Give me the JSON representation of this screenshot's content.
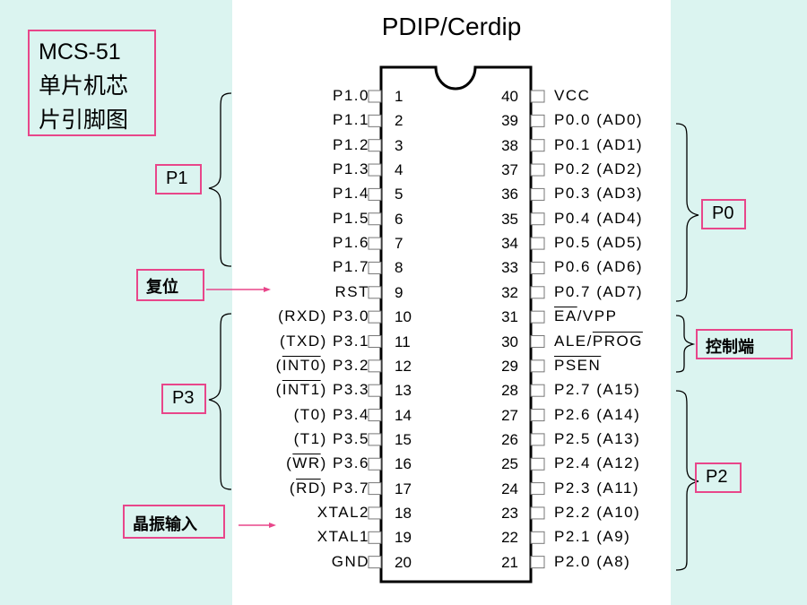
{
  "title_box": {
    "line1": "MCS-51",
    "line2": "单片机芯",
    "line3": "片引脚图"
  },
  "package_title": "PDIP/Cerdip",
  "colors": {
    "background": "#dbf4f0",
    "panel": "#ffffff",
    "label_border": "#e8468a",
    "arrow": "#e8468a",
    "ink": "#000000"
  },
  "left_pins": [
    {
      "num": "1",
      "prefix": "",
      "bar": "",
      "suffix": "",
      "name": "P1.0"
    },
    {
      "num": "2",
      "prefix": "",
      "bar": "",
      "suffix": "",
      "name": "P1.1"
    },
    {
      "num": "3",
      "prefix": "",
      "bar": "",
      "suffix": "",
      "name": "P1.2"
    },
    {
      "num": "4",
      "prefix": "",
      "bar": "",
      "suffix": "",
      "name": "P1.3"
    },
    {
      "num": "5",
      "prefix": "",
      "bar": "",
      "suffix": "",
      "name": "P1.4"
    },
    {
      "num": "6",
      "prefix": "",
      "bar": "",
      "suffix": "",
      "name": "P1.5"
    },
    {
      "num": "7",
      "prefix": "",
      "bar": "",
      "suffix": "",
      "name": "P1.6"
    },
    {
      "num": "8",
      "prefix": "",
      "bar": "",
      "suffix": "",
      "name": "P1.7"
    },
    {
      "num": "9",
      "prefix": "",
      "bar": "",
      "suffix": "",
      "name": "RST"
    },
    {
      "num": "10",
      "prefix": "(RXD) ",
      "bar": "",
      "suffix": "",
      "name": "P3.0"
    },
    {
      "num": "11",
      "prefix": "(TXD) ",
      "bar": "",
      "suffix": "",
      "name": "P3.1"
    },
    {
      "num": "12",
      "prefix": "(",
      "bar": "INT0",
      "suffix": ") ",
      "name": "P3.2"
    },
    {
      "num": "13",
      "prefix": "(",
      "bar": "INT1",
      "suffix": ") ",
      "name": "P3.3"
    },
    {
      "num": "14",
      "prefix": "(T0) ",
      "bar": "",
      "suffix": "",
      "name": "P3.4"
    },
    {
      "num": "15",
      "prefix": "(T1) ",
      "bar": "",
      "suffix": "",
      "name": "P3.5"
    },
    {
      "num": "16",
      "prefix": "(",
      "bar": "WR",
      "suffix": ") ",
      "name": "P3.6"
    },
    {
      "num": "17",
      "prefix": "(",
      "bar": "RD",
      "suffix": ") ",
      "name": "P3.7"
    },
    {
      "num": "18",
      "prefix": "",
      "bar": "",
      "suffix": "",
      "name": "XTAL2"
    },
    {
      "num": "19",
      "prefix": "",
      "bar": "",
      "suffix": "",
      "name": "XTAL1"
    },
    {
      "num": "20",
      "prefix": "",
      "bar": "",
      "suffix": "",
      "name": "GND"
    }
  ],
  "right_pins": [
    {
      "num": "40",
      "a": "VCC",
      "a_bar": false,
      "b": "",
      "b_bar": false
    },
    {
      "num": "39",
      "a": "P0.0 (AD0)",
      "a_bar": false,
      "b": "",
      "b_bar": false
    },
    {
      "num": "38",
      "a": "P0.1 (AD1)",
      "a_bar": false,
      "b": "",
      "b_bar": false
    },
    {
      "num": "37",
      "a": "P0.2 (AD2)",
      "a_bar": false,
      "b": "",
      "b_bar": false
    },
    {
      "num": "36",
      "a": "P0.3 (AD3)",
      "a_bar": false,
      "b": "",
      "b_bar": false
    },
    {
      "num": "35",
      "a": "P0.4 (AD4)",
      "a_bar": false,
      "b": "",
      "b_bar": false
    },
    {
      "num": "34",
      "a": "P0.5 (AD5)",
      "a_bar": false,
      "b": "",
      "b_bar": false
    },
    {
      "num": "33",
      "a": "P0.6 (AD6)",
      "a_bar": false,
      "b": "",
      "b_bar": false
    },
    {
      "num": "32",
      "a": "P0.7 (AD7)",
      "a_bar": false,
      "b": "",
      "b_bar": false
    },
    {
      "num": "31",
      "a": "EA",
      "a_bar": true,
      "b": "/VPP",
      "b_bar": false
    },
    {
      "num": "30",
      "a": "ALE/",
      "a_bar": false,
      "b": "PROG",
      "b_bar": true
    },
    {
      "num": "29",
      "a": "PSEN",
      "a_bar": true,
      "b": "",
      "b_bar": false
    },
    {
      "num": "28",
      "a": "P2.7 (A15)",
      "a_bar": false,
      "b": "",
      "b_bar": false
    },
    {
      "num": "27",
      "a": "P2.6 (A14)",
      "a_bar": false,
      "b": "",
      "b_bar": false
    },
    {
      "num": "26",
      "a": "P2.5 (A13)",
      "a_bar": false,
      "b": "",
      "b_bar": false
    },
    {
      "num": "25",
      "a": "P2.4 (A12)",
      "a_bar": false,
      "b": "",
      "b_bar": false
    },
    {
      "num": "24",
      "a": "P2.3 (A11)",
      "a_bar": false,
      "b": "",
      "b_bar": false
    },
    {
      "num": "23",
      "a": "P2.2 (A10)",
      "a_bar": false,
      "b": "",
      "b_bar": false
    },
    {
      "num": "22",
      "a": "P2.1 (A9)",
      "a_bar": false,
      "b": "",
      "b_bar": false
    },
    {
      "num": "21",
      "a": "P2.0 (A8)",
      "a_bar": false,
      "b": "",
      "b_bar": false
    }
  ],
  "groups": {
    "p1": "P1",
    "p3": "P3",
    "p0": "P0",
    "p2": "P2",
    "control": "控制端",
    "reset": "复位",
    "crystal": "晶振输入"
  }
}
